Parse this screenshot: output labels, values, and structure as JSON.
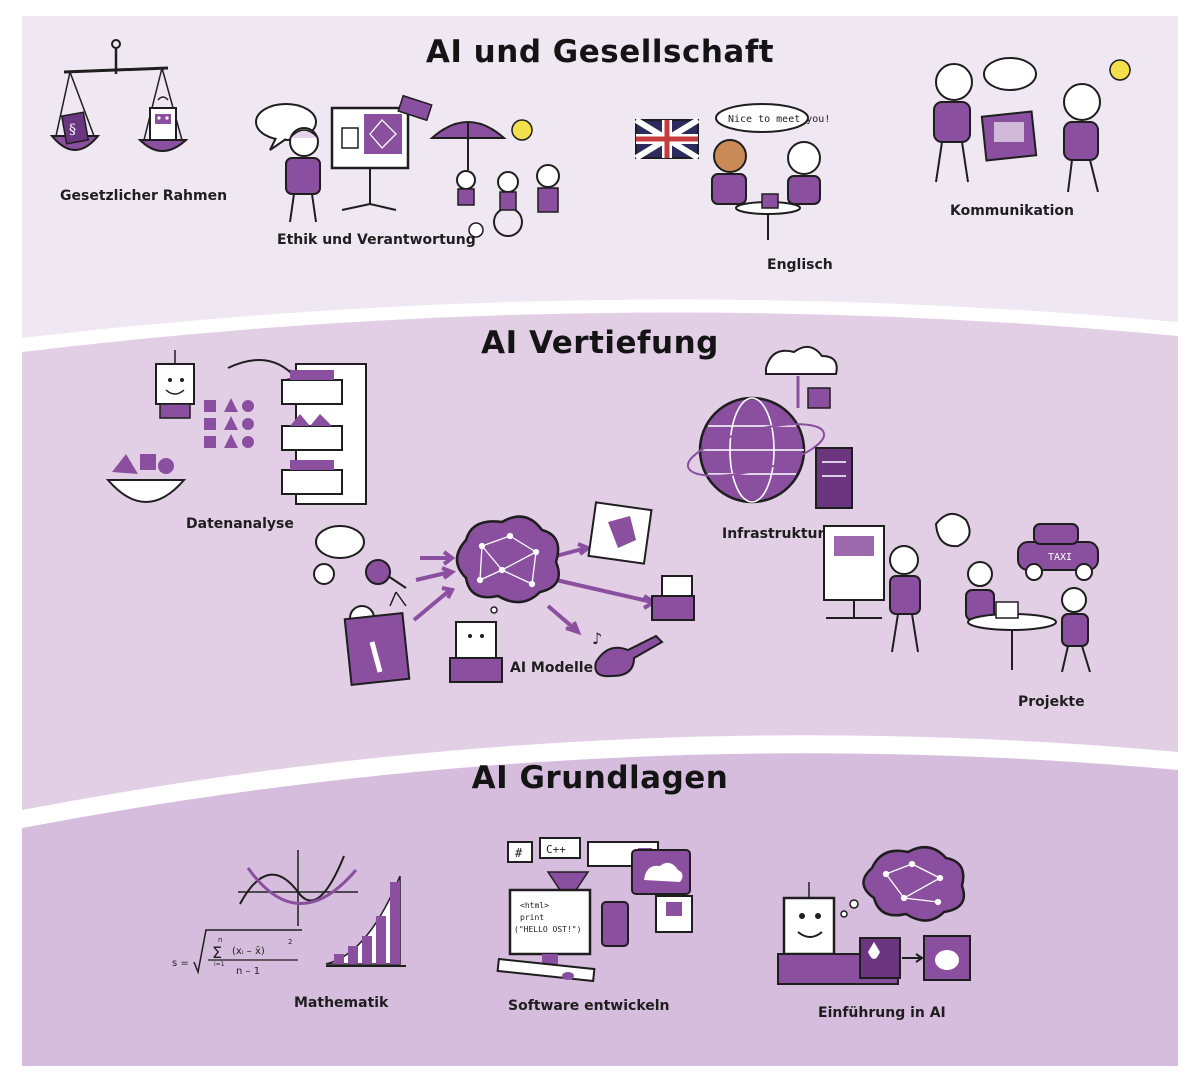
{
  "colors": {
    "top_band": "#efe7f2",
    "middle_band": "#e2cfe6",
    "bottom_band": "#d6bddd",
    "accent": "#8a4f9e",
    "accent_dark": "#6b3580",
    "ink": "#1e1e1e",
    "idea_yellow": "#f4e04d"
  },
  "sections": {
    "gesellschaft": {
      "title": "AI und Gesellschaft",
      "items": [
        {
          "label": "Gesetzlicher Rahmen",
          "icon": "balance-scale-icon"
        },
        {
          "label": "Ethik und Verantwortung",
          "icon": "ethics-presentation-icon"
        },
        {
          "label": "Englisch",
          "icon": "english-conversation-icon"
        },
        {
          "label": "Kommunikation",
          "icon": "communication-icon"
        }
      ],
      "speech_text": "Nice to meet you!"
    },
    "vertiefung": {
      "title": "AI Vertiefung",
      "items": [
        {
          "label": "Datenanalyse",
          "icon": "data-sorting-icon"
        },
        {
          "label": "Infrastruktur",
          "icon": "globe-cloud-server-icon"
        },
        {
          "label": "AI Modelle",
          "icon": "neural-network-cloud-icon"
        },
        {
          "label": "Projekte",
          "icon": "project-team-icon"
        }
      ],
      "taxi_text": "TAXI"
    },
    "grundlagen": {
      "title": "AI Grundlagen",
      "items": [
        {
          "label": "Mathematik",
          "icon": "math-graph-icon"
        },
        {
          "label": "Software entwickeln",
          "icon": "computer-code-icon"
        },
        {
          "label": "Einführung in AI",
          "icon": "robot-brain-icon"
        }
      ],
      "formula": {
        "lhs": "s =",
        "sum_top": "n",
        "sum_bottom": "i=1",
        "term": "(xᵢ – x̄)",
        "power": "2",
        "denominator": "n – 1"
      },
      "code_lines": [
        "<html>",
        "print",
        "(\"HELLO OST!\")"
      ],
      "lang_tags": [
        "#",
        "C++"
      ]
    }
  }
}
